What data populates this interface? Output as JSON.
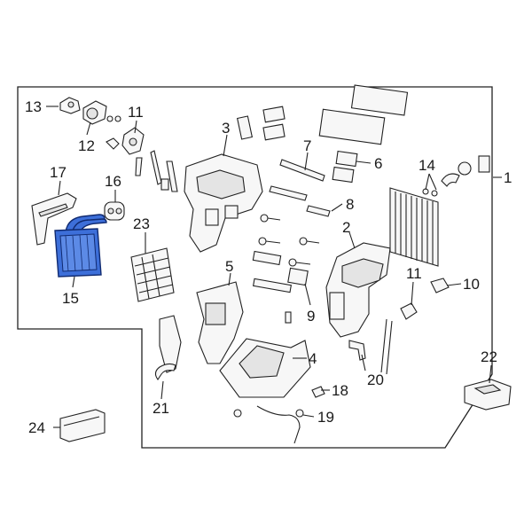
{
  "callouts": {
    "c1": "1",
    "c2": "2",
    "c3": "3",
    "c4": "4",
    "c5": "5",
    "c6": "6",
    "c7": "7",
    "c8": "8",
    "c9": "9",
    "c10": "10",
    "c11a": "11",
    "c11b": "11",
    "c12": "12",
    "c13": "13",
    "c14": "14",
    "c15": "15",
    "c16": "16",
    "c17": "17",
    "c18": "18",
    "c19": "19",
    "c20": "20",
    "c21": "21",
    "c22": "22",
    "c23": "23",
    "c24": "24"
  },
  "colors": {
    "highlight": "#3d6fd9",
    "line": "#222222",
    "background": "#ffffff"
  },
  "highlighted_part": "15"
}
